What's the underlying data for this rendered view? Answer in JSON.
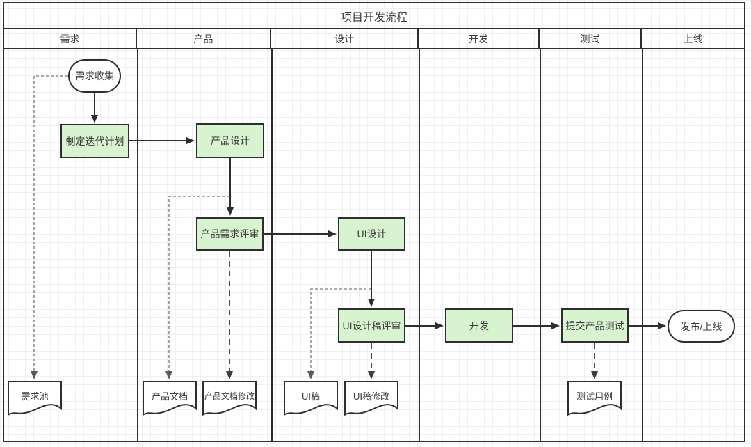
{
  "diagram": {
    "title": "项目开发流程",
    "lanes": [
      {
        "label": "需求"
      },
      {
        "label": "产品"
      },
      {
        "label": "设计"
      },
      {
        "label": "开发"
      },
      {
        "label": "测试"
      },
      {
        "label": "上线"
      }
    ],
    "nodes": {
      "requirements_gathering": "需求收集",
      "iteration_plan": "制定迭代计划",
      "product_design": "产品设计",
      "product_requirement_review": "产品需求评审",
      "ui_design": "UI设计",
      "ui_design_review": "UI设计稿评审",
      "development": "开发",
      "submit_product_test": "提交产品测试",
      "release": "发布/上线"
    },
    "documents": {
      "requirement_pool": "需求池",
      "product_doc": "产品文档",
      "product_doc_revision": "产品文档修改",
      "ui_draft": "UI稿",
      "ui_draft_revision": "UI稿修改",
      "test_cases": "测试用例"
    },
    "colors": {
      "node_fill": "#d8f3d0",
      "border": "#2e2e2e",
      "dashed_fine": "#8f8f8f",
      "dashed_long": "#4a4a4a"
    }
  }
}
